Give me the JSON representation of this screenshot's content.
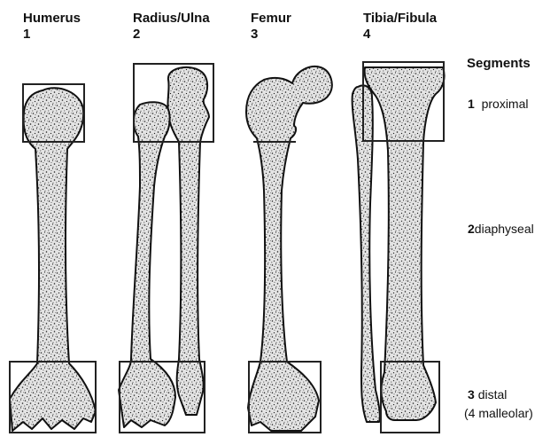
{
  "bones": [
    {
      "name": "Humerus",
      "number": "1"
    },
    {
      "name": "Radius/Ulna",
      "number": "2"
    },
    {
      "name": "Femur",
      "number": "3"
    },
    {
      "name": "Tibia/Fibula",
      "number": "4"
    }
  ],
  "segments": {
    "title": "Segments",
    "items": [
      {
        "number": "1",
        "label": "proximal"
      },
      {
        "number": "2",
        "label": "diaphyseal"
      },
      {
        "number": "3",
        "label": "distal"
      }
    ],
    "distal_note": "(4 malleolar)"
  },
  "colors": {
    "outline": "#111111",
    "stipple": "#1a1a1a",
    "bone_fill": "#e4e4e4",
    "background": "#ffffff"
  }
}
